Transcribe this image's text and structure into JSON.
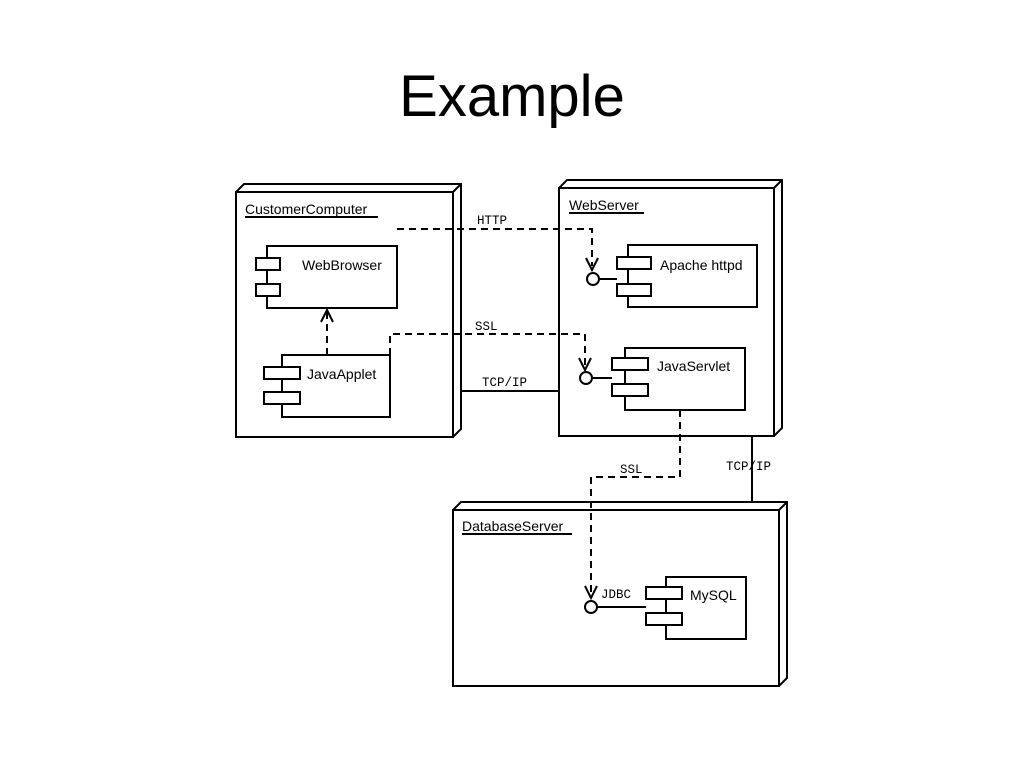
{
  "title": "Example",
  "nodes": {
    "customer_computer": "CustomerComputer",
    "web_server": "WebServer",
    "database_server": "DatabaseServer"
  },
  "components": {
    "web_browser": "WebBrowser",
    "java_applet": "JavaApplet",
    "apache_httpd": "Apache httpd",
    "java_servlet": "JavaServlet",
    "mysql": "MySQL"
  },
  "connections": {
    "http": "HTTP",
    "ssl_applet": "SSL",
    "tcpip_customer_web": "TCP/IP",
    "ssl_servlet": "SSL",
    "tcpip_web_db": "TCP/IP",
    "jdbc": "JDBC"
  }
}
